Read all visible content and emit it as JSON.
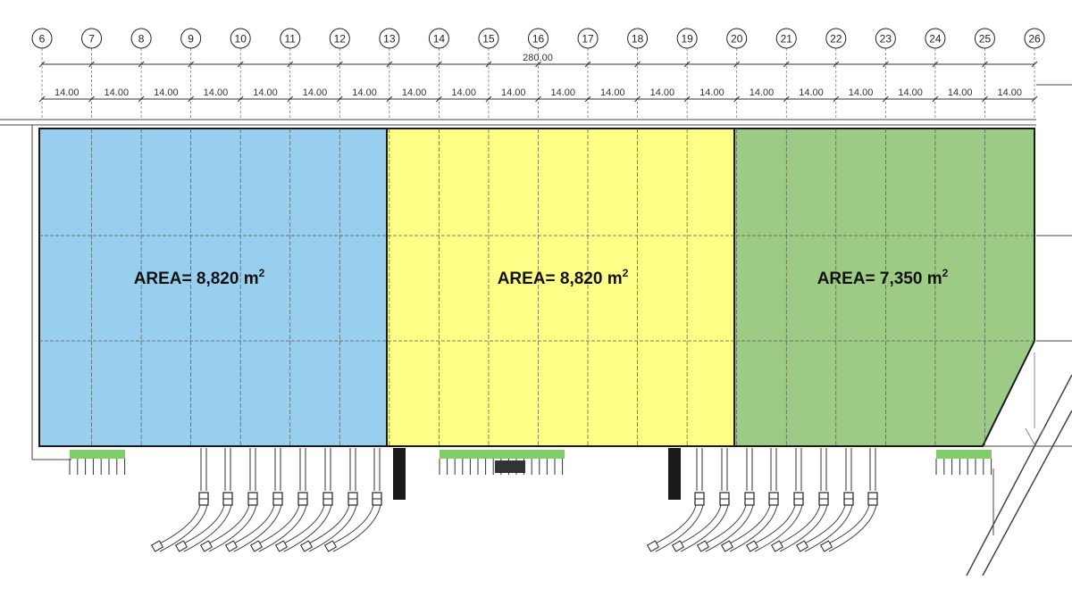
{
  "grid_axes": [
    "6",
    "7",
    "8",
    "9",
    "10",
    "11",
    "12",
    "13",
    "14",
    "15",
    "16",
    "17",
    "18",
    "19",
    "20",
    "21",
    "22",
    "23",
    "24",
    "25",
    "26"
  ],
  "total_dimension": "280.00",
  "bay_dimensions": [
    "14.00",
    "14.00",
    "14.00",
    "14.00",
    "14.00",
    "14.00",
    "14.00",
    "14.00",
    "14.00",
    "14.00",
    "14.00",
    "14.00",
    "14.00",
    "14.00",
    "14.00",
    "14.00",
    "14.00",
    "14.00",
    "14.00",
    "14.00"
  ],
  "zones": [
    {
      "label": "AREA= 8,820 m",
      "superscript": "2",
      "color": "#99cfee"
    },
    {
      "label": "AREA= 8,820 m",
      "superscript": "2",
      "color": "#ffff88"
    },
    {
      "label": "AREA= 7,350 m",
      "superscript": "2",
      "color": "#9dcb86"
    }
  ],
  "colors": {
    "line": "#1a1a1a",
    "grid": "#555555",
    "landscape": "#7fcc6a"
  }
}
